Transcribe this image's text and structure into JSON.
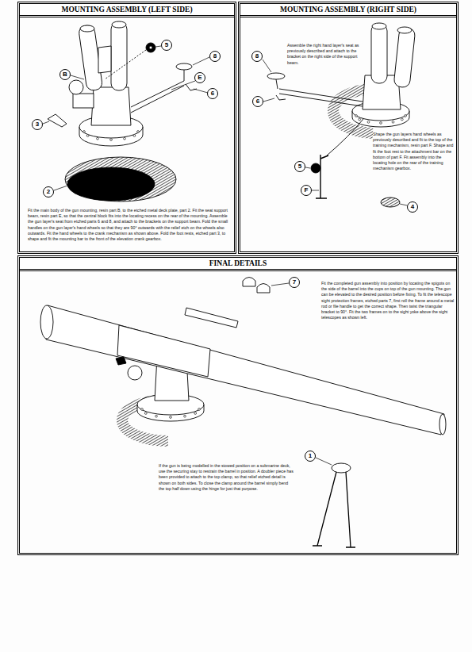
{
  "diagram": {
    "nodes": [
      {
        "text": [
          "MOUNTING ASSEMBLY (LEFT SIDE)",
          "Fit the main body of the gun mounting, resin part B, to the etched metal deck plate, part 2. Fit the seat support beam, resin part E, so that the central block fits into the locating recess on the rear of the mounting. Assemble the gun layer's seat from etched parts 6 and 8, and attach to the brackets on the support beam. Fold the small handles on the gun layer's hand wheels so that they are 90° outwards with the relief etch on the wheels also outwards. Fit the hand wheels to the crank mechanism as shown above. Fold the foot rests, etched part 3, to shape and fit the mounting bar to the front of the elevation crank gearbox."
        ]
      },
      {
        "text": [
          "5"
        ],
        "in": 0
      },
      {
        "text": [
          "8"
        ],
        "in": 0
      },
      {
        "text": [
          "B"
        ],
        "in": 0
      },
      {
        "text": [
          "E"
        ],
        "in": 0
      },
      {
        "text": [
          "6"
        ],
        "in": 0
      },
      {
        "text": [
          "3"
        ],
        "in": 0
      },
      {
        "text": [
          "2"
        ],
        "in": 0
      },
      {
        "text": [
          "MOUNTING ASSEMBLY (RIGHT SIDE)",
          "Assemble the right hand layer's seat as previously described and attach to the bracket on the right side of the support beam.",
          "Shape the gun layers hand wheels as previously described and fit to the top of the training mechanism, resin part F. Shape and fit the foot rest to the attachment bar on the bottom of part F. Fit assembly into the locating hole on the rear of the training mechanism gearbox."
        ]
      },
      {
        "text": [
          "8"
        ],
        "in": 8
      },
      {
        "text": [
          "6"
        ],
        "in": 8
      },
      {
        "text": [
          "5"
        ],
        "in": 8
      },
      {
        "text": [
          "F"
        ],
        "in": 8
      },
      {
        "text": [
          "4"
        ],
        "in": 8
      },
      {
        "text": [
          "FINAL DETAILS",
          "Fit the completed gun assembly into position by locating the spigots on the side of the barrel into the cups on top of the gun mounting. The gun can be elevated to the desired position before fixing. To fit the telescope sight protection frames, etched parts 7, first roll the frame around a metal rod or file handle to get the correct shape. Then twist the triangular bracket to 90°. Fit the two frames on to the sight yoke above the sight telescopes as shown left.",
          "If the gun is being modelled in the stowed position on a submarine deck, use the securing stay to restrain the barrel in position. A doubler piece has been provided to attach to the top clamp, so that relief etched detail is shown on both sides. To close the clamp around the barrel simply bend the top half down using the hinge for just that purpose."
        ]
      },
      {
        "text": [
          "7"
        ],
        "in": 14
      },
      {
        "text": [
          "1"
        ],
        "in": 14
      }
    ]
  }
}
